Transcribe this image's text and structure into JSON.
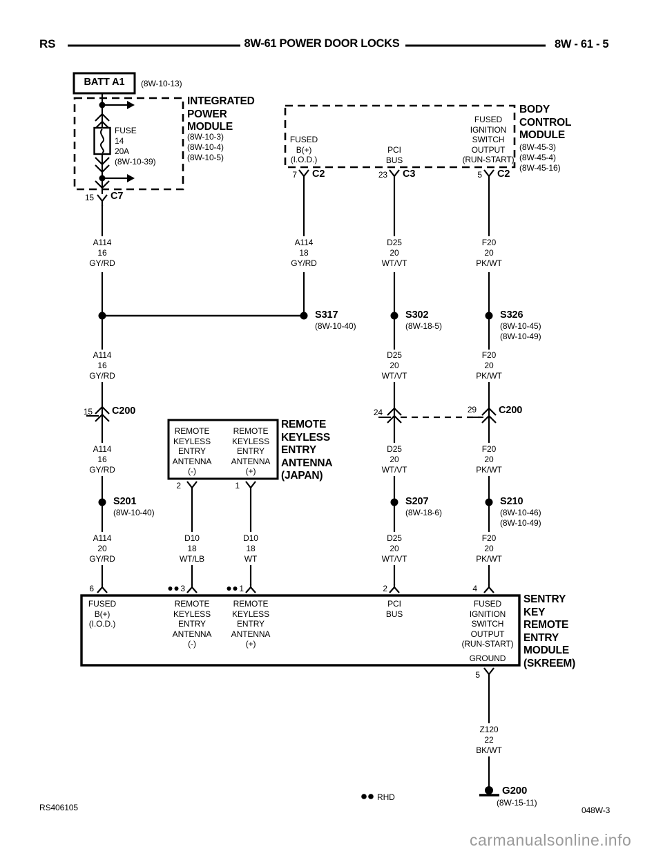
{
  "header": {
    "model_code": "RS",
    "title": "8W-61 POWER DOOR LOCKS",
    "page_number": "8W - 61 - 5"
  },
  "battery": {
    "name": "BATT A1",
    "ref": "(8W-10-13)"
  },
  "ipm": {
    "name": "INTEGRATED\nPOWER\nMODULE",
    "refs": "(8W-10-3)\n(8W-10-4)\n(8W-10-5)",
    "fuse": {
      "label": "FUSE\n14\n20A",
      "ref": "(8W-10-39)"
    },
    "output_pin": {
      "pin": "15",
      "connector": "C7"
    }
  },
  "bcm": {
    "name": "BODY\nCONTROL\nMODULE",
    "refs": "(8W-45-3)\n(8W-45-4)\n(8W-45-16)",
    "pin_iod": {
      "label": "FUSED\nB(+)\n(I.O.D.)",
      "pin": "7",
      "connector": "C2"
    },
    "pin_pci": {
      "label": "PCI\nBUS",
      "pin": "23",
      "connector": "C3"
    },
    "pin_ign": {
      "label": "FUSED\nIGNITION\nSWITCH\nOUTPUT\n(RUN-START)",
      "pin": "5",
      "connector": "C2"
    }
  },
  "antenna": {
    "name": "REMOTE\nKEYLESS\nENTRY\nANTENNA\n(JAPAN)",
    "pin_neg": {
      "label": "REMOTE\nKEYLESS\nENTRY\nANTENNA\n(-)",
      "pin": "2"
    },
    "pin_pos": {
      "label": "REMOTE\nKEYLESS\nENTRY\nANTENNA\n(+)",
      "pin": "1"
    }
  },
  "skreem": {
    "name": "SENTRY\nKEY\nREMOTE\nENTRY\nMODULE\n(SKREEM)",
    "pin_iod": {
      "label": "FUSED\nB(+)\n(I.O.D.)",
      "pin": "6"
    },
    "pin_ant_neg": {
      "label": "REMOTE\nKEYLESS\nENTRY\nANTENNA\n(-)",
      "pin": "3"
    },
    "pin_ant_pos": {
      "label": "REMOTE\nKEYLESS\nENTRY\nANTENNA\n(+)",
      "pin": "1"
    },
    "pin_pci": {
      "label": "PCI\nBUS",
      "pin": "2"
    },
    "pin_ign": {
      "label": "FUSED\nIGNITION\nSWITCH\nOUTPUT\n(RUN-START)",
      "pin": "4"
    },
    "pin_ground": {
      "label": "GROUND",
      "pin": "5"
    }
  },
  "wires": {
    "a114_16": "A114\n16\nGY/RD",
    "a114_18": "A114\n18\nGY/RD",
    "a114_20": "A114\n20\nGY/RD",
    "d25_20": "D25\n20\nWT/VT",
    "f20_20": "F20\n20\nPK/WT",
    "d10_18_wtlb": "D10\n18\nWT/LB",
    "d10_18_wt": "D10\n18\nWT",
    "z120_22": "Z120\n22\nBK/WT"
  },
  "splices": {
    "s317": {
      "name": "S317",
      "refs": "(8W-10-40)"
    },
    "s302": {
      "name": "S302",
      "refs": "(8W-18-5)"
    },
    "s326": {
      "name": "S326",
      "refs": "(8W-10-45)\n(8W-10-49)"
    },
    "s201": {
      "name": "S201",
      "refs": "(8W-10-40)"
    },
    "s207": {
      "name": "S207",
      "refs": "(8W-18-6)"
    },
    "s210": {
      "name": "S210",
      "refs": "(8W-10-46)\n(8W-10-49)"
    }
  },
  "inline_connectors": {
    "c200_ipm": {
      "pin": "15",
      "name": "C200"
    },
    "c200_pci": {
      "pin": "24"
    },
    "c200_ign": {
      "pin": "29",
      "name": "C200"
    }
  },
  "ground": {
    "name": "G200",
    "ref": "(8W-15-11)"
  },
  "footnote": {
    "label": "RHD"
  },
  "footer": {
    "doc_number": "RS406105",
    "sheet_number": "048W-3",
    "watermark": "carmanualsonline.info"
  },
  "colors": {
    "ink": "#000000",
    "watermark_gray": "#9a9a9a"
  }
}
